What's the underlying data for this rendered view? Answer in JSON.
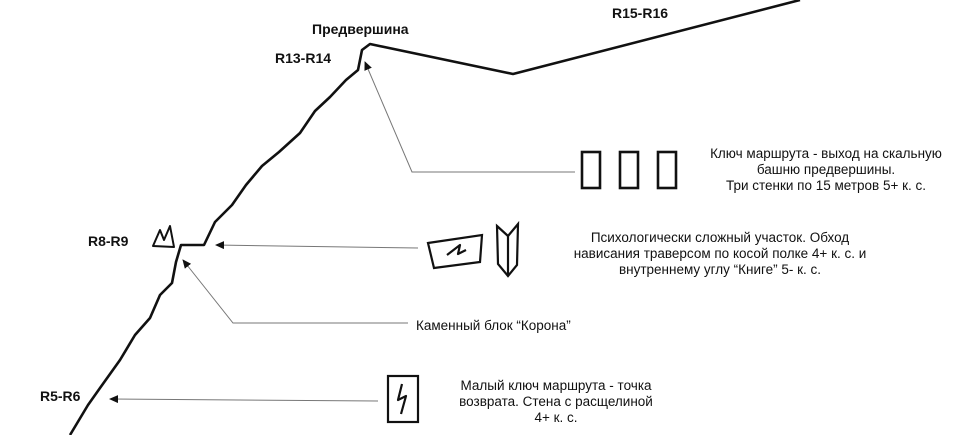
{
  "colors": {
    "ink": "#111111",
    "leader": "#777777",
    "background": "#ffffff"
  },
  "labels": {
    "summit": "Предвершина",
    "r15_r16": "R15-R16",
    "r13_r14": "R13-R14",
    "r8_r9": "R8-R9",
    "r5_r6": "R5-R6"
  },
  "notes": {
    "key_exit": [
      "Ключ маршрута - выход на скальную",
      "башню предвершины.",
      "Три стенки по 15 метров 5+ к. с."
    ],
    "psych_section": [
      "Психологически сложный участок. Обход",
      "нависания траверсом по косой полке 4+ к. с.  и",
      "внутреннему углу “Книге” 5- к. с."
    ],
    "crown_block": [
      "Каменный блок “Корона”"
    ],
    "minor_key": [
      "Малый ключ маршрута - точка",
      "возврата. Стена с расщелиной",
      "4+ к. с."
    ]
  },
  "icons": {
    "wall": "three-wall-icon",
    "traverse": "overhang-traverse-icon",
    "dihedral": "inner-corner-icon",
    "crack": "crack-wall-icon",
    "crown": "crown-block-icon"
  }
}
